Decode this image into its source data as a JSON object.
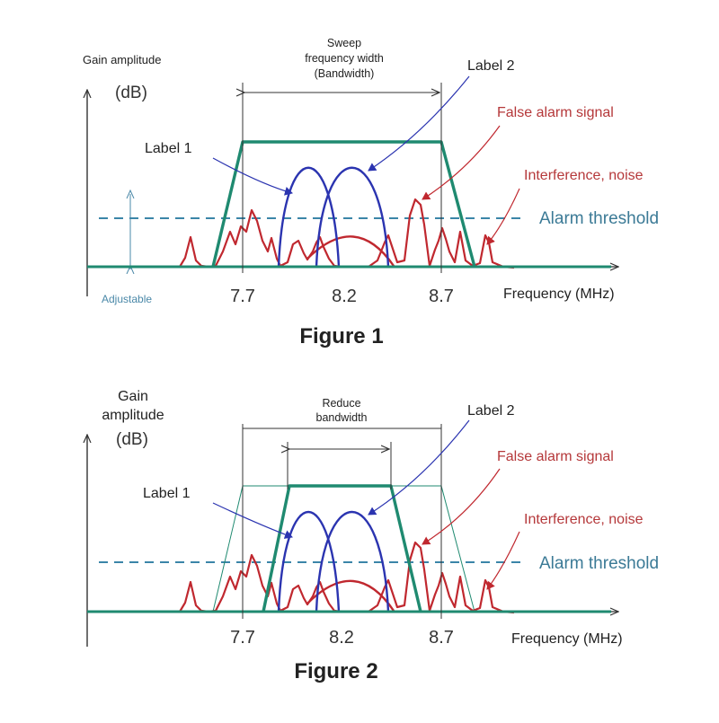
{
  "colors": {
    "green": "#1f8a70",
    "blue": "#2b34b0",
    "red": "#c0282f",
    "threshold": "#3b85a8",
    "text_dark": "#222222",
    "text_red": "#b5383a",
    "text_blue": "#3b7a96",
    "axis": "#333333"
  },
  "figure1": {
    "caption": "Figure 1",
    "y_label": "Gain amplitude",
    "y_unit": "(dB)",
    "x_label": "Frequency (MHz)",
    "ticks": [
      "7.7",
      "8.2",
      "8.7"
    ],
    "bandwidth_label": [
      "Sweep",
      "frequency width",
      "(Bandwidth)"
    ],
    "label1": "Label 1",
    "label2": "Label 2",
    "false_alarm": "False alarm signal",
    "interference": "Interference, noise",
    "alarm_threshold": "Alarm threshold",
    "adjustable": "Adjustable"
  },
  "figure2": {
    "caption": "Figure 2",
    "y_label": [
      "Gain",
      "amplitude"
    ],
    "y_unit": "(dB)",
    "x_label": "Frequency (MHz)",
    "ticks": [
      "7.7",
      "8.2",
      "8.7"
    ],
    "bandwidth_label": [
      "Reduce",
      "bandwidth"
    ],
    "label1": "Label 1",
    "label2": "Label 2",
    "false_alarm": "False alarm signal",
    "interference": "Interference, noise",
    "alarm_threshold": "Alarm threshold"
  }
}
